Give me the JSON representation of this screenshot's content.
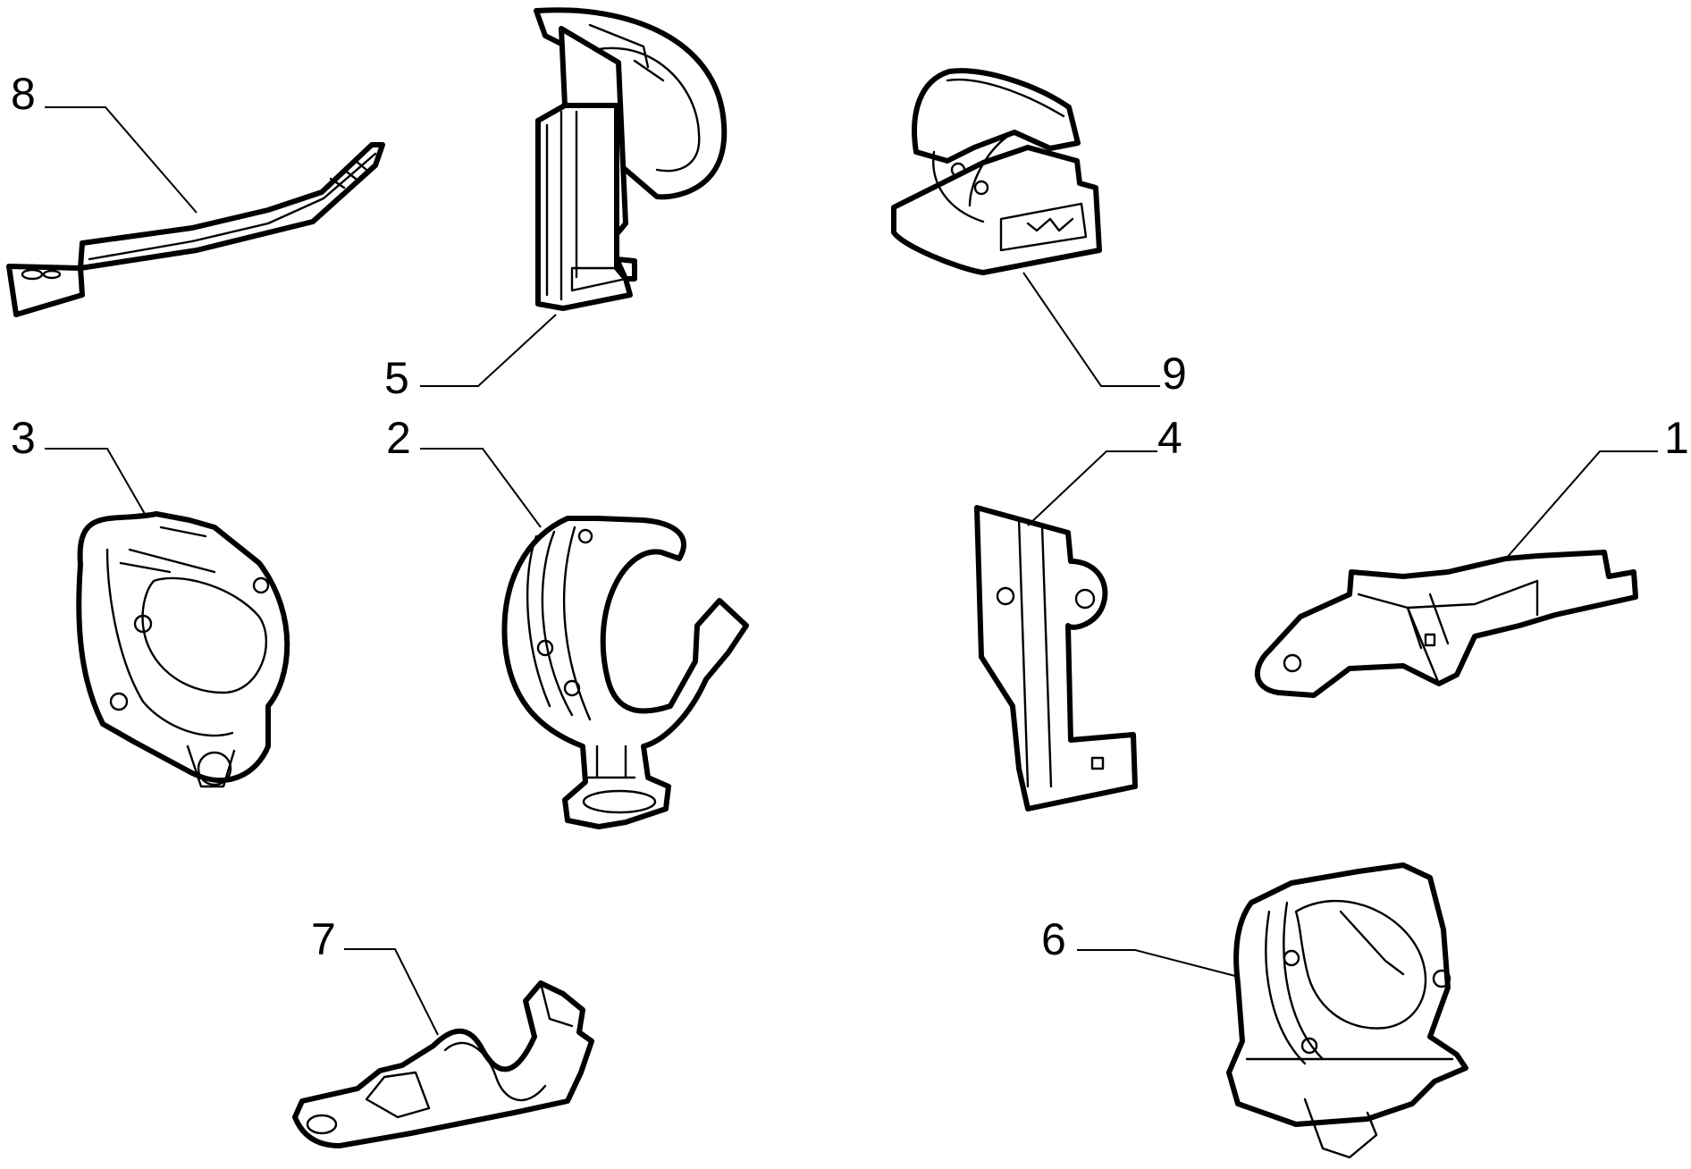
{
  "callouts": [
    {
      "id": "8",
      "label": "8"
    },
    {
      "id": "5",
      "label": "5"
    },
    {
      "id": "9",
      "label": "9"
    },
    {
      "id": "3",
      "label": "3"
    },
    {
      "id": "2",
      "label": "2"
    },
    {
      "id": "4",
      "label": "4"
    },
    {
      "id": "1",
      "label": "1"
    },
    {
      "id": "7",
      "label": "7"
    },
    {
      "id": "6",
      "label": "6"
    }
  ],
  "colors": {
    "line": "#000000",
    "background": "#ffffff"
  }
}
